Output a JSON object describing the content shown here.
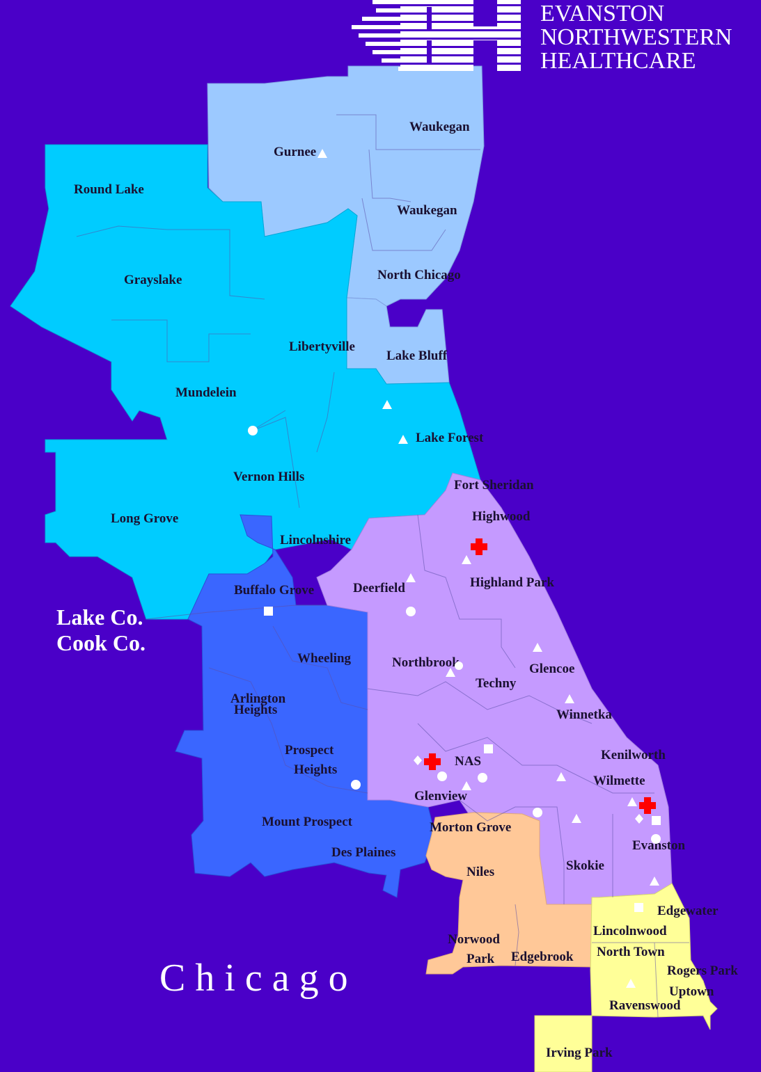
{
  "brand": {
    "logo_letters": "ENH",
    "name_lines": [
      "EVANSTON",
      "NORTHWESTERN",
      "HEALTHCARE"
    ]
  },
  "map": {
    "city_label": "Chicago",
    "county_labels": [
      "Lake Co.",
      "Cook Co."
    ],
    "colors": {
      "background": "#4a00c8",
      "north_lake_region": "#9cc9ff",
      "central_lake_region": "#00ccff",
      "northwest_cook_region": "#3a66ff",
      "north_shore_region": "#c59aff",
      "niles_region": "#ffc898",
      "north_chicago_city_region": "#ffff98",
      "hospital_marker": "#ff0000",
      "site_marker": "#ffffff"
    },
    "places": [
      "Waukegan",
      "Gurnee",
      "Round Lake",
      "Waukegan",
      "Grayslake",
      "North Chicago",
      "Libertyville",
      "Lake Bluff",
      "Mundelein",
      "Lake Forest",
      "Vernon Hills",
      "Fort Sheridan",
      "Long Grove",
      "Highwood",
      "Lincolnshire",
      "Highland Park",
      "Buffalo Grove",
      "Deerfield",
      "Wheeling",
      "Northbrook",
      "Glencoe",
      "Techny",
      "Arlington",
      "Heights",
      "Winnetka",
      "Prospect",
      "Heights",
      "Kenilworth",
      "NAS",
      "Wilmette",
      "Glenview",
      "Mount Prospect",
      "Morton Grove",
      "Evanston",
      "Des Plaines",
      "Niles",
      "Skokie",
      "Edgewater",
      "Lincolnwood",
      "Norwood",
      "Park",
      "Edgebrook",
      "North Town",
      "Rogers Park",
      "Uptown",
      "Ravenswood",
      "Irving Park"
    ],
    "legend_markers": {
      "hospital": "red-cross-icon",
      "triangle": "triangle-icon",
      "circle": "circle-icon",
      "square": "square-icon",
      "diamond": "diamond-icon"
    }
  }
}
